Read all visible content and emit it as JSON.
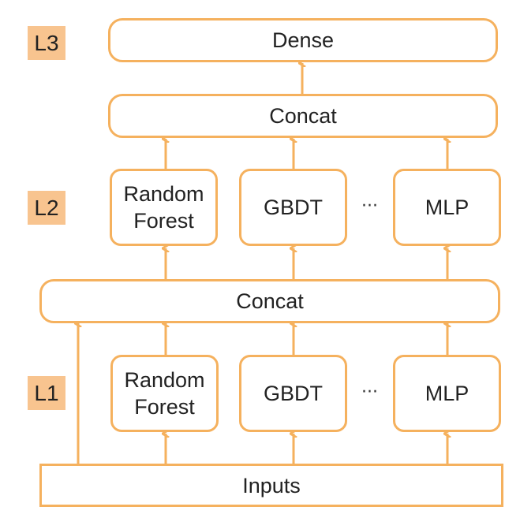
{
  "layers": {
    "l1": "L1",
    "l2": "L2",
    "l3": "L3"
  },
  "top": {
    "dense": "Dense",
    "concat": "Concat"
  },
  "level2": {
    "rf": "Random\nForest",
    "gbdt": "GBDT",
    "ellipsis": "···",
    "mlp": "MLP",
    "concat": "Concat"
  },
  "level1": {
    "rf": "Random\nForest",
    "gbdt": "GBDT",
    "ellipsis": "···",
    "mlp": "MLP"
  },
  "inputs": "Inputs",
  "colors": {
    "stroke": "#f5b15e",
    "tag": "#f8c48f"
  }
}
